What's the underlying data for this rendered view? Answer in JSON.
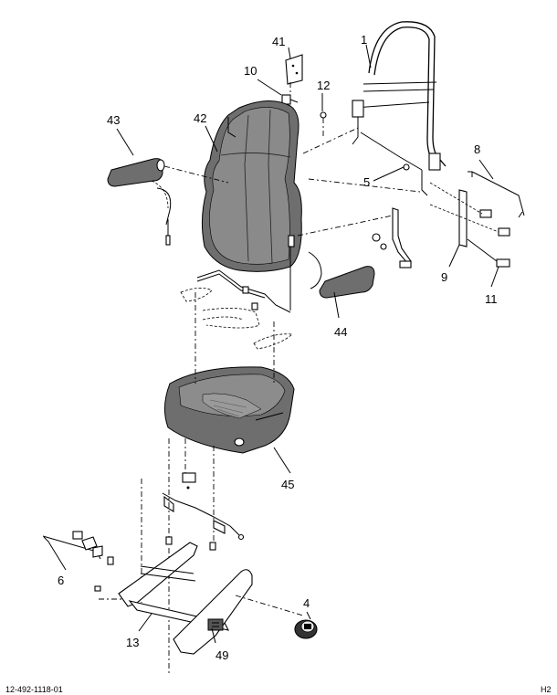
{
  "callouts": [
    {
      "id": "c1",
      "text": "1"
    },
    {
      "id": "c41",
      "text": "41"
    },
    {
      "id": "c10",
      "text": "10"
    },
    {
      "id": "c12",
      "text": "12"
    },
    {
      "id": "c43",
      "text": "43"
    },
    {
      "id": "c42",
      "text": "42"
    },
    {
      "id": "c8",
      "text": "8"
    },
    {
      "id": "c5",
      "text": "5"
    },
    {
      "id": "c9",
      "text": "9"
    },
    {
      "id": "c11",
      "text": "11"
    },
    {
      "id": "c44",
      "text": "44"
    },
    {
      "id": "c45",
      "text": "45"
    },
    {
      "id": "c6",
      "text": "6"
    },
    {
      "id": "c4",
      "text": "4"
    },
    {
      "id": "c13",
      "text": "13"
    },
    {
      "id": "c49",
      "text": "49"
    }
  ],
  "footer": {
    "left": "12-492-1118-01",
    "right": "H2"
  }
}
